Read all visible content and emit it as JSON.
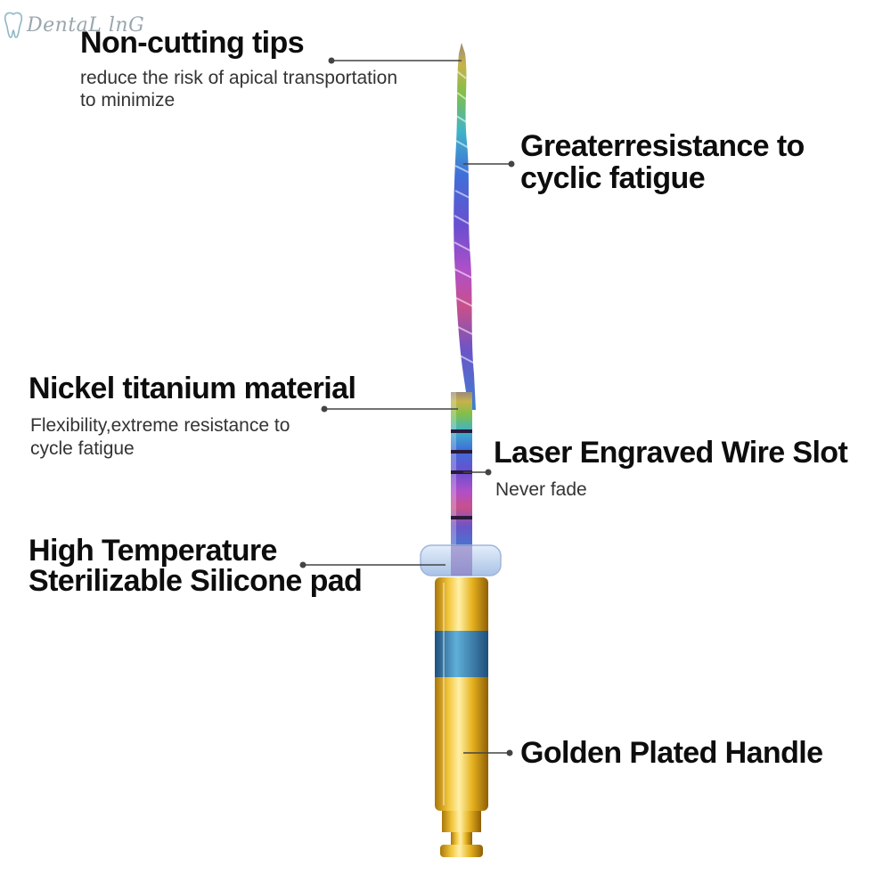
{
  "watermark": {
    "text": "DentaL lnG",
    "icon": "tooth-icon"
  },
  "callouts": {
    "tips": {
      "title": "Non-cutting tips",
      "sub1": "reduce the risk of apical transportation",
      "sub2": "to minimize"
    },
    "fatigue": {
      "title1": "Greaterresistance to",
      "title2": "cyclic fatigue"
    },
    "material": {
      "title": "Nickel titanium material",
      "sub1": "Flexibility,extreme resistance to",
      "sub2": "cycle fatigue"
    },
    "laser": {
      "title": "Laser Engraved Wire Slot",
      "sub": "Never fade"
    },
    "silicone": {
      "title1": "High Temperature",
      "title2": "Sterilizable Silicone pad"
    },
    "handle": {
      "title": "Golden Plated Handle"
    }
  },
  "colors": {
    "rainbow": [
      "#9b8a7a",
      "#c7b24a",
      "#7fbf4a",
      "#3fb4c8",
      "#3f6fd8",
      "#6a4fd0",
      "#b04fc8",
      "#c8508a",
      "#6a55c8",
      "#3f7fd0"
    ],
    "silicone_pad": "#c9d9f0",
    "handle_gold": "#e6b21f",
    "handle_band": "#3f8fc0",
    "leader_line": "#444444"
  }
}
